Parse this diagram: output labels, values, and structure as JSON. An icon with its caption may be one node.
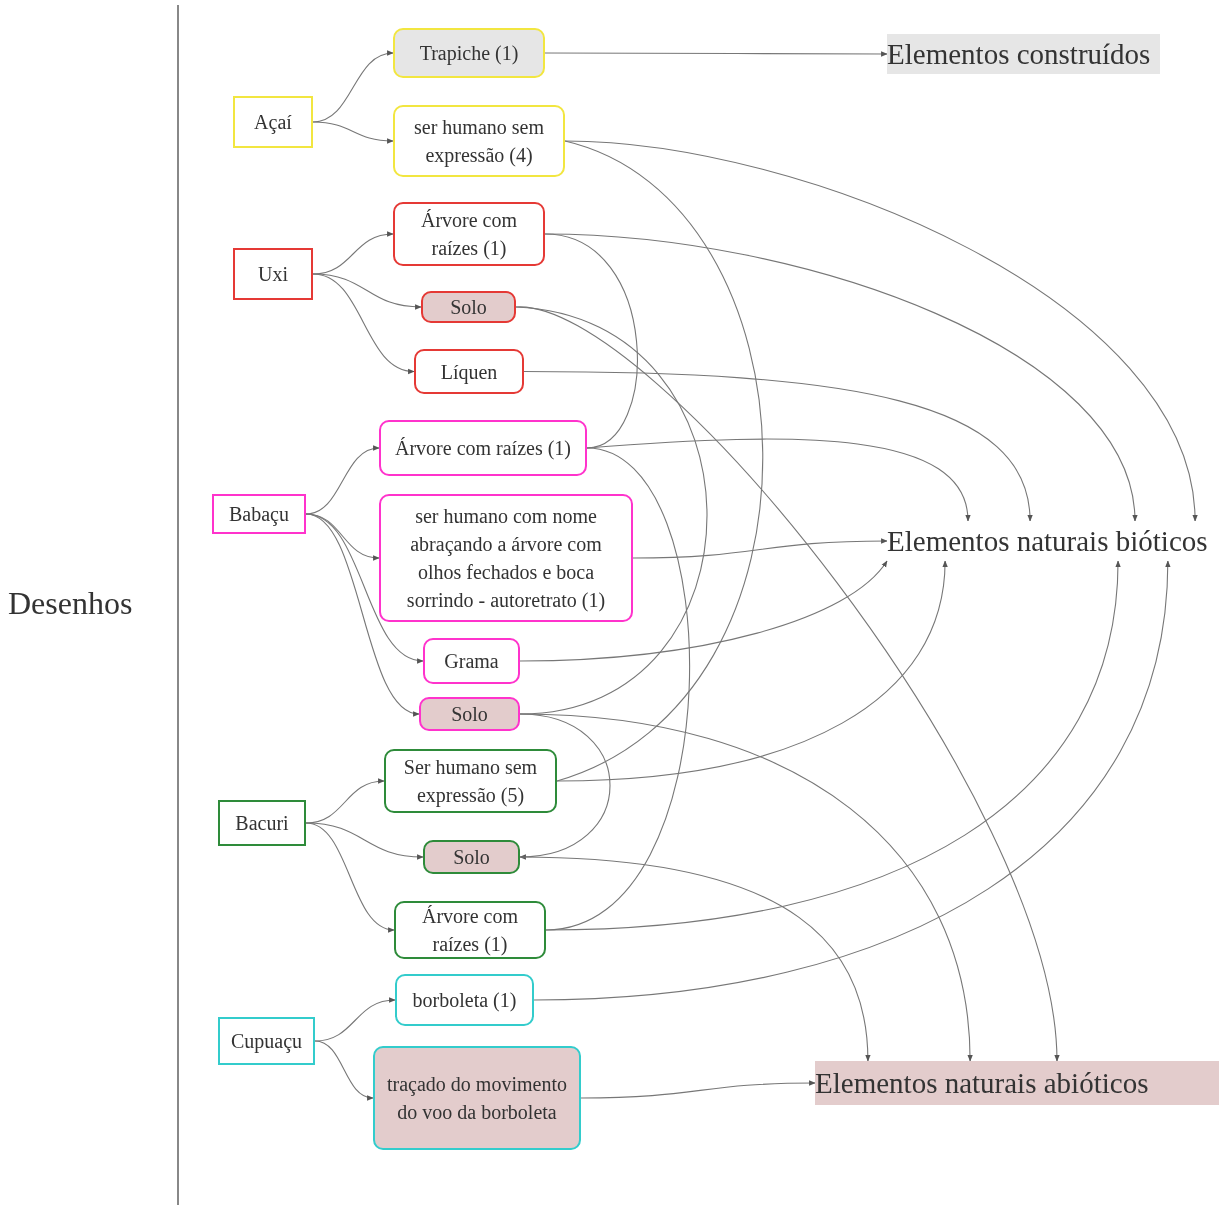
{
  "diagram": {
    "nodes": [
      {
        "text": [
          "Açaí"
        ]
      },
      {
        "text": [
          "Trapiche (1)"
        ]
      },
      {
        "text": [
          "ser humano sem expressão (4)"
        ]
      },
      {
        "text": [
          "Uxi"
        ]
      },
      {
        "text": [
          "Árvore com raízes (1)"
        ]
      },
      {
        "text": [
          "Solo"
        ]
      },
      {
        "text": [
          "Líquen"
        ]
      },
      {
        "text": [
          "Babaçu"
        ]
      },
      {
        "text": [
          "Árvore com raízes (1)"
        ]
      },
      {
        "text": [
          "ser humano com nome abraçando a árvore com olhos fechados e boca sorrindo - autoretrato (1)"
        ]
      },
      {
        "text": [
          "Grama"
        ]
      },
      {
        "text": [
          "Solo"
        ]
      },
      {
        "text": [
          "Bacuri"
        ]
      },
      {
        "text": [
          "Ser humano sem expressão (5)"
        ]
      },
      {
        "text": [
          "Solo"
        ]
      },
      {
        "text": [
          "Árvore com raízes (1)"
        ]
      },
      {
        "text": [
          "Cupuaçu"
        ]
      },
      {
        "text": [
          "borboleta (1)"
        ]
      },
      {
        "text": [
          "traçado do movimento do voo da borboleta"
        ]
      },
      {
        "text": [
          "Elementos construídos"
        ]
      },
      {
        "text": [
          "Elementos naturais bióticos"
        ]
      },
      {
        "text": [
          "Elementos naturais abióticos"
        ]
      }
    ],
    "edges": [
      {
        "from": 0,
        "to": 1,
        "arrow": "to"
      },
      {
        "from": 0,
        "to": 2,
        "arrow": "to"
      },
      {
        "from": 3,
        "to": 4,
        "arrow": "to"
      },
      {
        "from": 3,
        "to": 5,
        "arrow": "to"
      },
      {
        "from": 3,
        "to": 6,
        "arrow": "to"
      },
      {
        "from": 7,
        "to": 8,
        "arrow": "to"
      },
      {
        "from": 7,
        "to": 9,
        "arrow": "to"
      },
      {
        "from": 7,
        "to": 10,
        "arrow": "to"
      },
      {
        "from": 7,
        "to": 11,
        "arrow": "to"
      },
      {
        "from": 12,
        "to": 13,
        "arrow": "to"
      },
      {
        "from": 12,
        "to": 14,
        "arrow": "to"
      },
      {
        "from": 12,
        "to": 15,
        "arrow": "to"
      },
      {
        "from": 16,
        "to": 17,
        "arrow": "to"
      },
      {
        "from": 16,
        "to": 18,
        "arrow": "to"
      },
      {
        "from": 1,
        "to": 19,
        "arrow": "to"
      },
      {
        "from": 2,
        "to": 20,
        "arrow": "to"
      },
      {
        "from": 2,
        "to": 13,
        "arrow": "none"
      },
      {
        "from": 4,
        "to": 20,
        "arrow": "to"
      },
      {
        "from": 4,
        "to": 8,
        "arrow": "none"
      },
      {
        "from": 5,
        "to": 21,
        "arrow": "to"
      },
      {
        "from": 5,
        "to": 11,
        "arrow": "none"
      },
      {
        "from": 6,
        "to": 20,
        "arrow": "to"
      },
      {
        "from": 8,
        "to": 20,
        "arrow": "to"
      },
      {
        "from": 8,
        "to": 15,
        "arrow": "none"
      },
      {
        "from": 9,
        "to": 20,
        "arrow": "to"
      },
      {
        "from": 10,
        "to": 20,
        "arrow": "to"
      },
      {
        "from": 11,
        "to": 21,
        "arrow": "to"
      },
      {
        "from": 11,
        "to": 14,
        "arrow": "to"
      },
      {
        "from": 13,
        "to": 20,
        "arrow": "to"
      },
      {
        "from": 14,
        "to": 21,
        "arrow": "to"
      },
      {
        "from": 15,
        "to": 20,
        "arrow": "to"
      },
      {
        "from": 17,
        "to": 20,
        "arrow": "to"
      },
      {
        "from": 18,
        "to": 21,
        "arrow": "to"
      }
    ],
    "labels": [
      "Desenhos"
    ]
  }
}
